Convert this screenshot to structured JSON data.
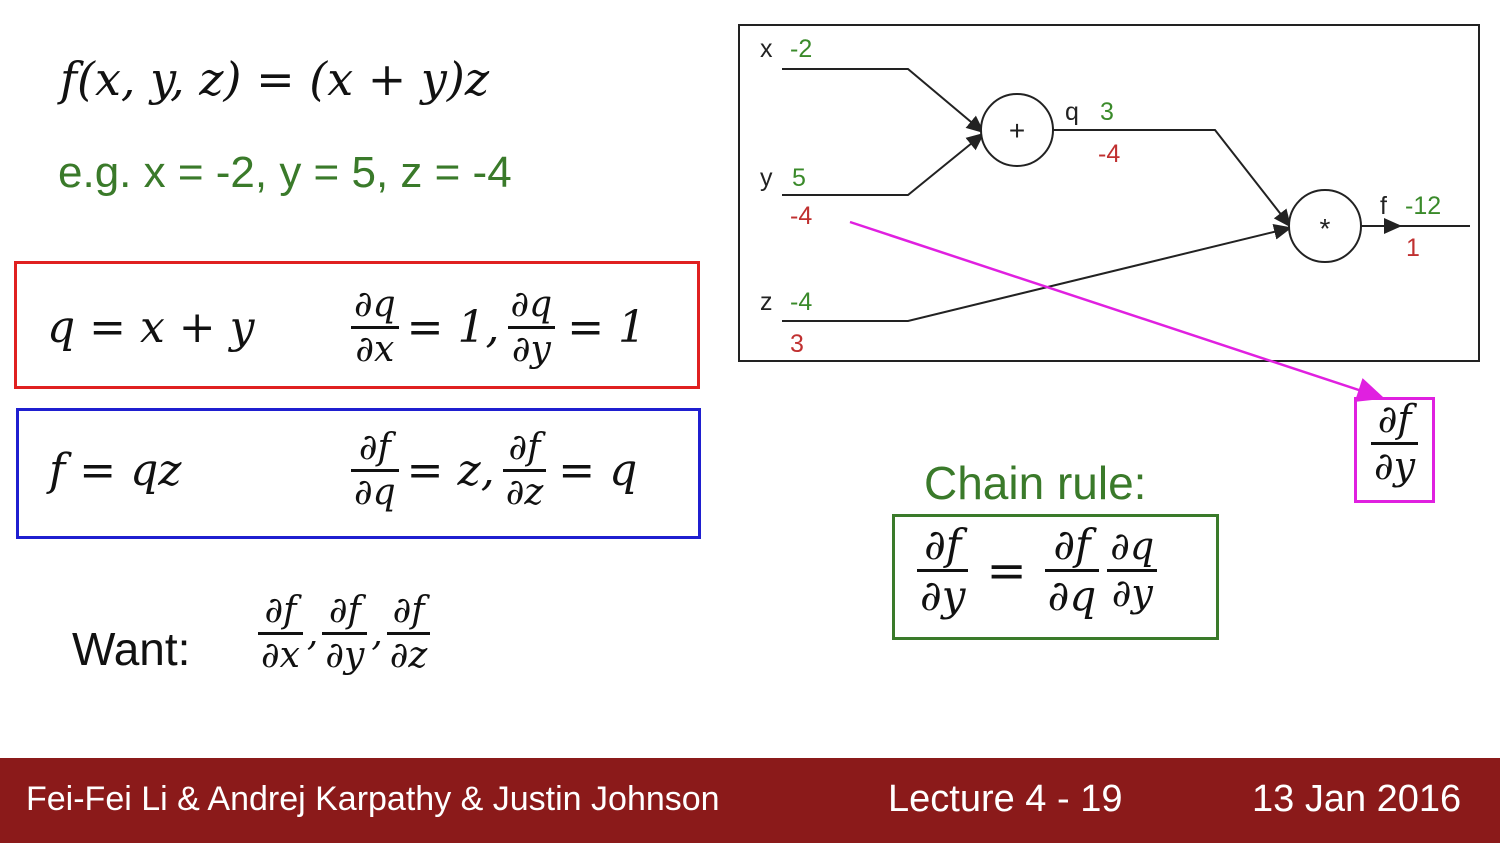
{
  "equation": {
    "main": "f(x, y, z) = (x + y)z"
  },
  "example": "e.g. x = -2, y = 5, z = -4",
  "red_box": {
    "lhs": "q = x + y",
    "d1_num": "∂q",
    "d1_den": "∂x",
    "mid": "= 1,",
    "d2_num": "∂q",
    "d2_den": "∂y",
    "end": "= 1"
  },
  "blue_box": {
    "lhs": "f = qz",
    "d1_num": "∂f",
    "d1_den": "∂q",
    "mid": "= z,",
    "d2_num": "∂f",
    "d2_den": "∂z",
    "end": "= q"
  },
  "want": {
    "label": "Want:",
    "terms": [
      {
        "num": "∂f",
        "den": "∂x"
      },
      {
        "num": "∂f",
        "den": "∂y"
      },
      {
        "num": "∂f",
        "den": "∂z"
      }
    ]
  },
  "chain_rule": {
    "label": "Chain rule:",
    "lhs": {
      "num": "∂f",
      "den": "∂y"
    },
    "rhs": [
      {
        "num": "∂f",
        "den": "∂q"
      },
      {
        "num": "∂q",
        "den": "∂y"
      }
    ]
  },
  "highlight": {
    "num": "∂f",
    "den": "∂y"
  },
  "graph": {
    "nodes": {
      "plus": "+",
      "times": "*"
    },
    "inputs": [
      {
        "name": "x",
        "value": "-2",
        "grad": ""
      },
      {
        "name": "y",
        "value": "5",
        "grad": "-4"
      },
      {
        "name": "z",
        "value": "-4",
        "grad": "3"
      }
    ],
    "q": {
      "name": "q",
      "value": "3",
      "grad": "-4"
    },
    "f": {
      "name": "f",
      "value": "-12",
      "grad": "1"
    }
  },
  "colors": {
    "value": "#3a8a2a",
    "grad": "#c03030",
    "arrow": "#e020e0",
    "footer": "#8b1a1a"
  },
  "footer": {
    "authors": "Fei-Fei Li & Andrej Karpathy & Justin Johnson",
    "lecture": "Lecture 4 - 19",
    "date": "13 Jan 2016"
  }
}
